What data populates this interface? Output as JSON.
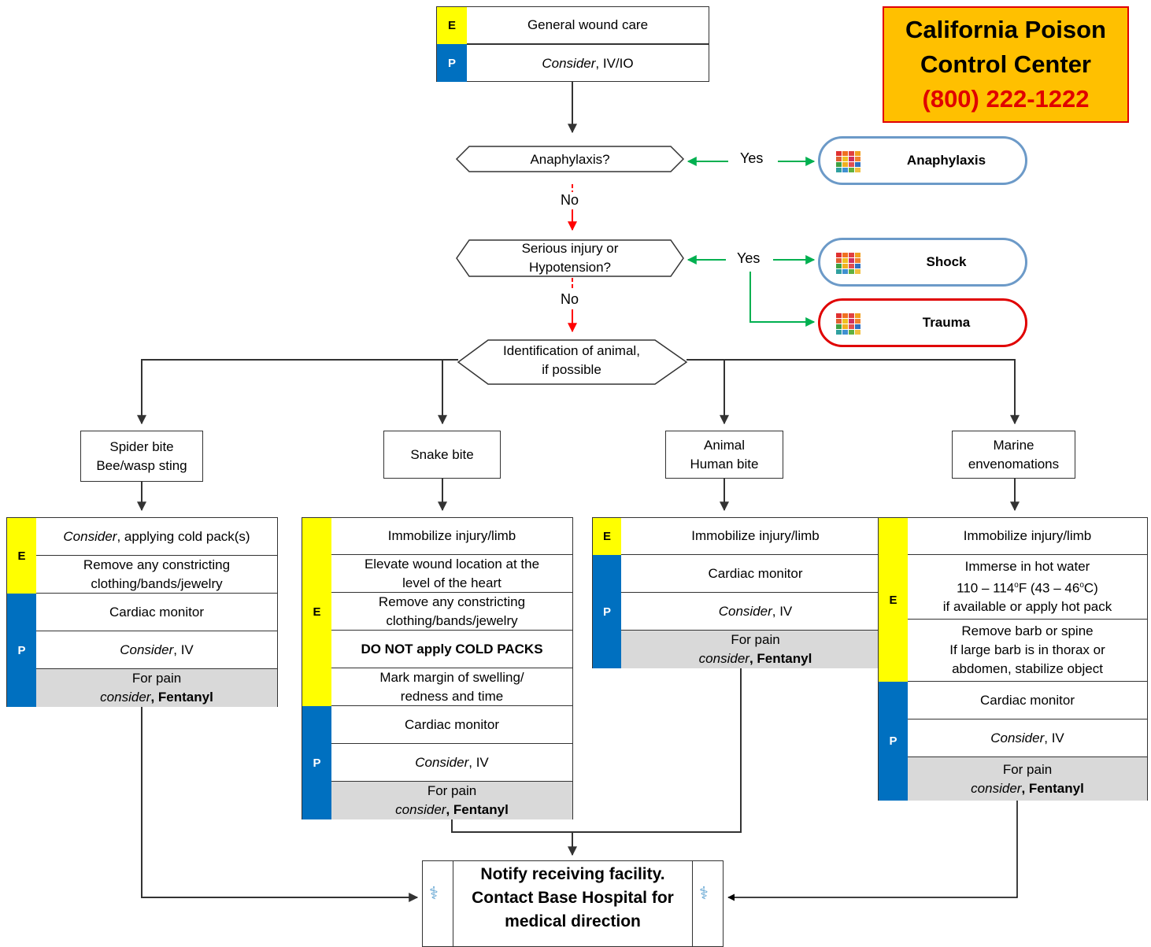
{
  "top_box": {
    "e_badge": "E",
    "p_badge": "P",
    "e_text": "General wound care",
    "p_text_italic": "Consider",
    "p_text_rest": ", IV/IO"
  },
  "poison_center": {
    "line1": "California Poison",
    "line2": "Control Center",
    "phone": "(800) 222-1222",
    "bg_color": "#ffc000",
    "accent_color": "#e00000"
  },
  "decisions": {
    "anaphylaxis": "Anaphylaxis?",
    "serious_line1": "Serious injury or",
    "serious_line2": "Hypotension?",
    "identify_line1": "Identification of animal,",
    "identify_line2": "if possible"
  },
  "edge_labels": {
    "yes1": "Yes",
    "no1": "No",
    "yes2": "Yes",
    "no2": "No"
  },
  "protocol_refs": {
    "anaphylaxis": "Anaphylaxis",
    "shock": "Shock",
    "trauma": "Trauma",
    "icon": "protocol-grid-icon"
  },
  "categories": {
    "spider_line1": "Spider bite",
    "spider_line2": "Bee/wasp sting",
    "snake": "Snake bite",
    "animal_line1": "Animal",
    "animal_line2": "Human bite",
    "marine_line1": "Marine",
    "marine_line2": "envenomations"
  },
  "spider": {
    "e1_italic": "Consider",
    "e1_rest": ", applying cold pack(s)",
    "e2_line1": "Remove any constricting",
    "e2_line2": "clothing/bands/jewelry",
    "p1": "Cardiac monitor",
    "p2_italic": "Consider",
    "p2_rest": ", IV",
    "p3_line1": "For pain",
    "p3_italic": "conside",
    "p3_mid": "r",
    "p3_bold": ", Fentanyl"
  },
  "snake": {
    "e1": "Immobilize injury/limb",
    "e2_line1": "Elevate wound location at the",
    "e2_line2": "level of the heart",
    "e3_line1": "Remove any constricting",
    "e3_line2": "clothing/bands/jewelry",
    "e4": "DO NOT apply COLD PACKS",
    "e5_line1": "Mark margin of swelling/",
    "e5_line2": "redness and time",
    "p1": "Cardiac monitor",
    "p2_italic": "Consider",
    "p2_rest": ", IV",
    "p3_line1": "For pain",
    "p3_italic": "conside",
    "p3_mid": "r",
    "p3_bold": ", Fentanyl"
  },
  "animal": {
    "e1": "Immobilize injury/limb",
    "p1": "Cardiac monitor",
    "p2_italic": "Consider",
    "p2_rest": ", IV",
    "p3_line1": "For pain",
    "p3_italic": "conside",
    "p3_mid": "r",
    "p3_bold": ", Fentanyl"
  },
  "marine": {
    "e1": "Immobilize injury/limb",
    "e2_line1": "Immerse in hot water",
    "e2_line2a": "110 – 114",
    "e2_sup1": "o",
    "e2_line2b": "F (43 – 46",
    "e2_sup2": "o",
    "e2_line2c": "C)",
    "e2_line3": "if available or apply hot pack",
    "e3_line1": "Remove barb or spine",
    "e3_line2": "If large barb is in thorax or",
    "e3_line3": "abdomen, stabilize object",
    "p1": "Cardiac monitor",
    "p2_italic": "Consider",
    "p2_rest": ", IV",
    "p3_line1": "For pain",
    "p3_italic": "conside",
    "p3_mid": "r",
    "p3_bold": ", Fentanyl"
  },
  "notify": {
    "line1": "Notify receiving facility.",
    "line2": "Contact Base Hospital for",
    "line3": "medical direction",
    "icon": "caduceus-icon"
  },
  "colors": {
    "e_band": "#ffff00",
    "p_band": "#0070c0",
    "yes_arrow": "#00b050",
    "no_arrow": "#ff0000",
    "ref_blue": "#6c9ac8",
    "ref_red": "#e00000",
    "gray_row": "#d9d9d9"
  }
}
